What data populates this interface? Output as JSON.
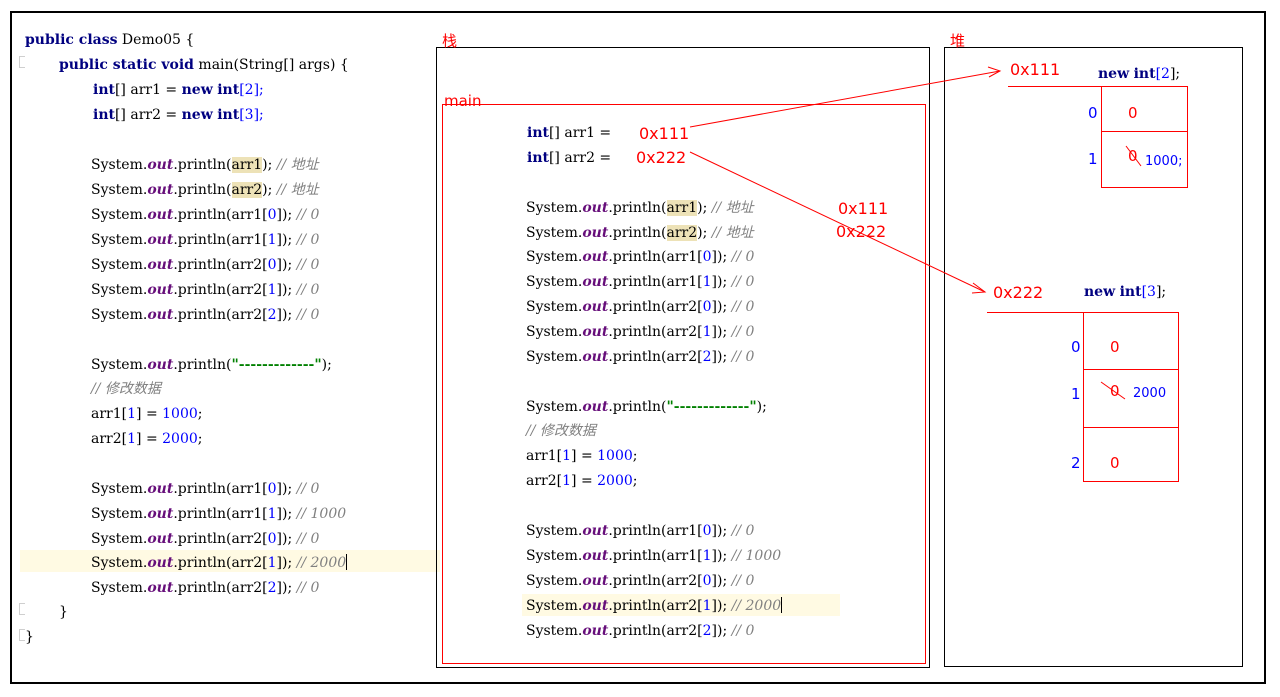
{
  "left_code": {
    "class_decl": {
      "kw": "public class",
      "name": " Demo05 {"
    },
    "main_decl": {
      "kw": "public static void",
      "rest": " main(String[] args) {"
    },
    "arr1_decl": {
      "t": "int",
      "a": "[] arr1 = ",
      "new": "new",
      "t2": "int",
      "open": "[",
      "n": "2",
      "close": "];"
    },
    "arr2_decl": {
      "t": "int",
      "a": "[] arr2 = ",
      "new": "new",
      "t2": "int",
      "open": "[",
      "n": "3",
      "close": "];"
    },
    "println_a": "System.",
    "println_out": "out",
    "println_b": ".println(",
    "p1": {
      "var": "arr1",
      "end": ");",
      "cm": " // 地址"
    },
    "p2": {
      "var": "arr2",
      "end": ");",
      "cm": " // 地址"
    },
    "p3": {
      "pre": "arr1[",
      "idx": "0",
      "end": "]);",
      "cm": " // 0"
    },
    "p4": {
      "pre": "arr1[",
      "idx": "1",
      "end": "]);",
      "cm": " // 0"
    },
    "p5": {
      "pre": "arr2[",
      "idx": "0",
      "end": "]);",
      "cm": " // 0"
    },
    "p6": {
      "pre": "arr2[",
      "idx": "1",
      "end": "]);",
      "cm": " // 0"
    },
    "p7": {
      "pre": "arr2[",
      "idx": "2",
      "end": "]);",
      "cm": " // 0"
    },
    "sep_str": "\"-------------\"",
    "sep_end": ");",
    "modify_cm": "// 修改数据",
    "assign1": {
      "pre": "arr1[",
      "idx": "1",
      "mid": "] = ",
      "val": "1000",
      "end": ";"
    },
    "assign2": {
      "pre": "arr2[",
      "idx": "1",
      "mid": "] = ",
      "val": "2000",
      "end": ";"
    },
    "q1": {
      "pre": "arr1[",
      "idx": "0",
      "end": "]);",
      "cm": " // 0"
    },
    "q2": {
      "pre": "arr1[",
      "idx": "1",
      "end": "]);",
      "cm": " // 1000"
    },
    "q3": {
      "pre": "arr2[",
      "idx": "0",
      "end": "]);",
      "cm": " // 0"
    },
    "q4": {
      "pre": "arr2[",
      "idx": "1",
      "end": "]);",
      "cm": " // 2000"
    },
    "q5": {
      "pre": "arr2[",
      "idx": "2",
      "end": "]);",
      "cm": " // 0"
    },
    "close_method": "}",
    "close_class": "}"
  },
  "stack": {
    "title": "栈",
    "frame_label": "main",
    "arr1": {
      "t": "int",
      "rest": "[] arr1 = ",
      "addr": "0x111"
    },
    "arr2": {
      "t": "int",
      "rest": "[] arr2 = ",
      "addr": "0x222"
    },
    "note1": "0x111",
    "note2": "0x222"
  },
  "heap": {
    "title": "堆",
    "array1": {
      "address": "0x111",
      "kw": "new",
      "t": "int",
      "open": "[",
      "n": "2",
      "close": "];",
      "indices": [
        "0",
        "1"
      ],
      "values": [
        "0",
        "0"
      ],
      "new_value": "1000;"
    },
    "array2": {
      "address": "0x222",
      "kw": "new",
      "t": "int",
      "open": "[",
      "n": "3",
      "close": "];",
      "indices": [
        "0",
        "1",
        "2"
      ],
      "values": [
        "0",
        "0",
        "0"
      ],
      "new_value": "2000"
    }
  },
  "colors": {
    "keyword": "#000080",
    "out_field": "#660e7a",
    "number": "#0000ff",
    "comment": "#808080",
    "string": "#008000",
    "annotation": "#ff0000",
    "highlight": "#ede2b7",
    "current_line": "#fffae3"
  }
}
